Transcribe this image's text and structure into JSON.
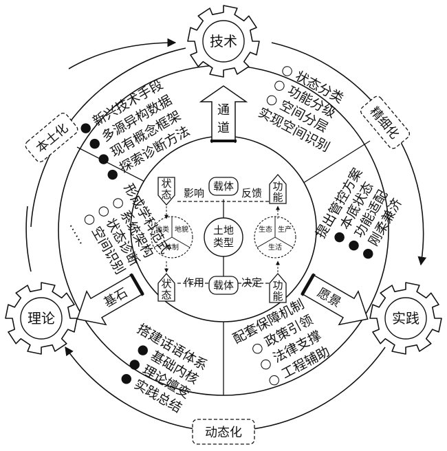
{
  "hubs": {
    "technology": "技术",
    "theory": "理论",
    "practice": "实践"
  },
  "cycle": {
    "localization": "本土化",
    "refinement": "精细化",
    "dynamic": "动态化"
  },
  "arrows": {
    "channel": "通道",
    "foundation": "基石",
    "vision": "愿景"
  },
  "technology_sector": {
    "items": [
      "新兴技术手段",
      "多源异构数据",
      "现有概念框架",
      "探索诊断方法"
    ],
    "bullet": "●"
  },
  "channel_sector": {
    "items": [
      "状态分类",
      "功能分级",
      "空间分层"
    ],
    "bullet": "○",
    "summary": "实现空间识别"
  },
  "refinement_sector": {
    "title": "提出管控方案",
    "items": [
      "本底状态",
      "功能适配",
      "刚柔兼济"
    ],
    "bullet": "●"
  },
  "dynamic_sector": {
    "title": "配套保障机制",
    "items": [
      "政策引领",
      "法律支撑",
      "工程辅助"
    ],
    "bullet": "○"
  },
  "theory_sector": {
    "title": "搭建话语体系",
    "items": [
      "基础内核",
      "理论嬗变",
      "实践总结"
    ],
    "bullet": "●"
  },
  "localization_sector": {
    "title": "形成学科范式",
    "items": [
      "系统架构",
      "状态诊断",
      "空间识别"
    ],
    "bullet": "○",
    "ellipsis": "……"
  },
  "core": {
    "center": "土地类型",
    "carrier_top": "载体",
    "carrier_bottom": "载体",
    "state_top": "状态",
    "state_bottom": "状态",
    "function_top": "功能",
    "function_bottom": "功能",
    "influence": "影响",
    "feedback": "反馈",
    "act": "作用",
    "determine": "决定",
    "left_cycle": [
      "地类",
      "地貌",
      "体制"
    ],
    "right_cycle": [
      "生态",
      "生产",
      "生活"
    ]
  }
}
